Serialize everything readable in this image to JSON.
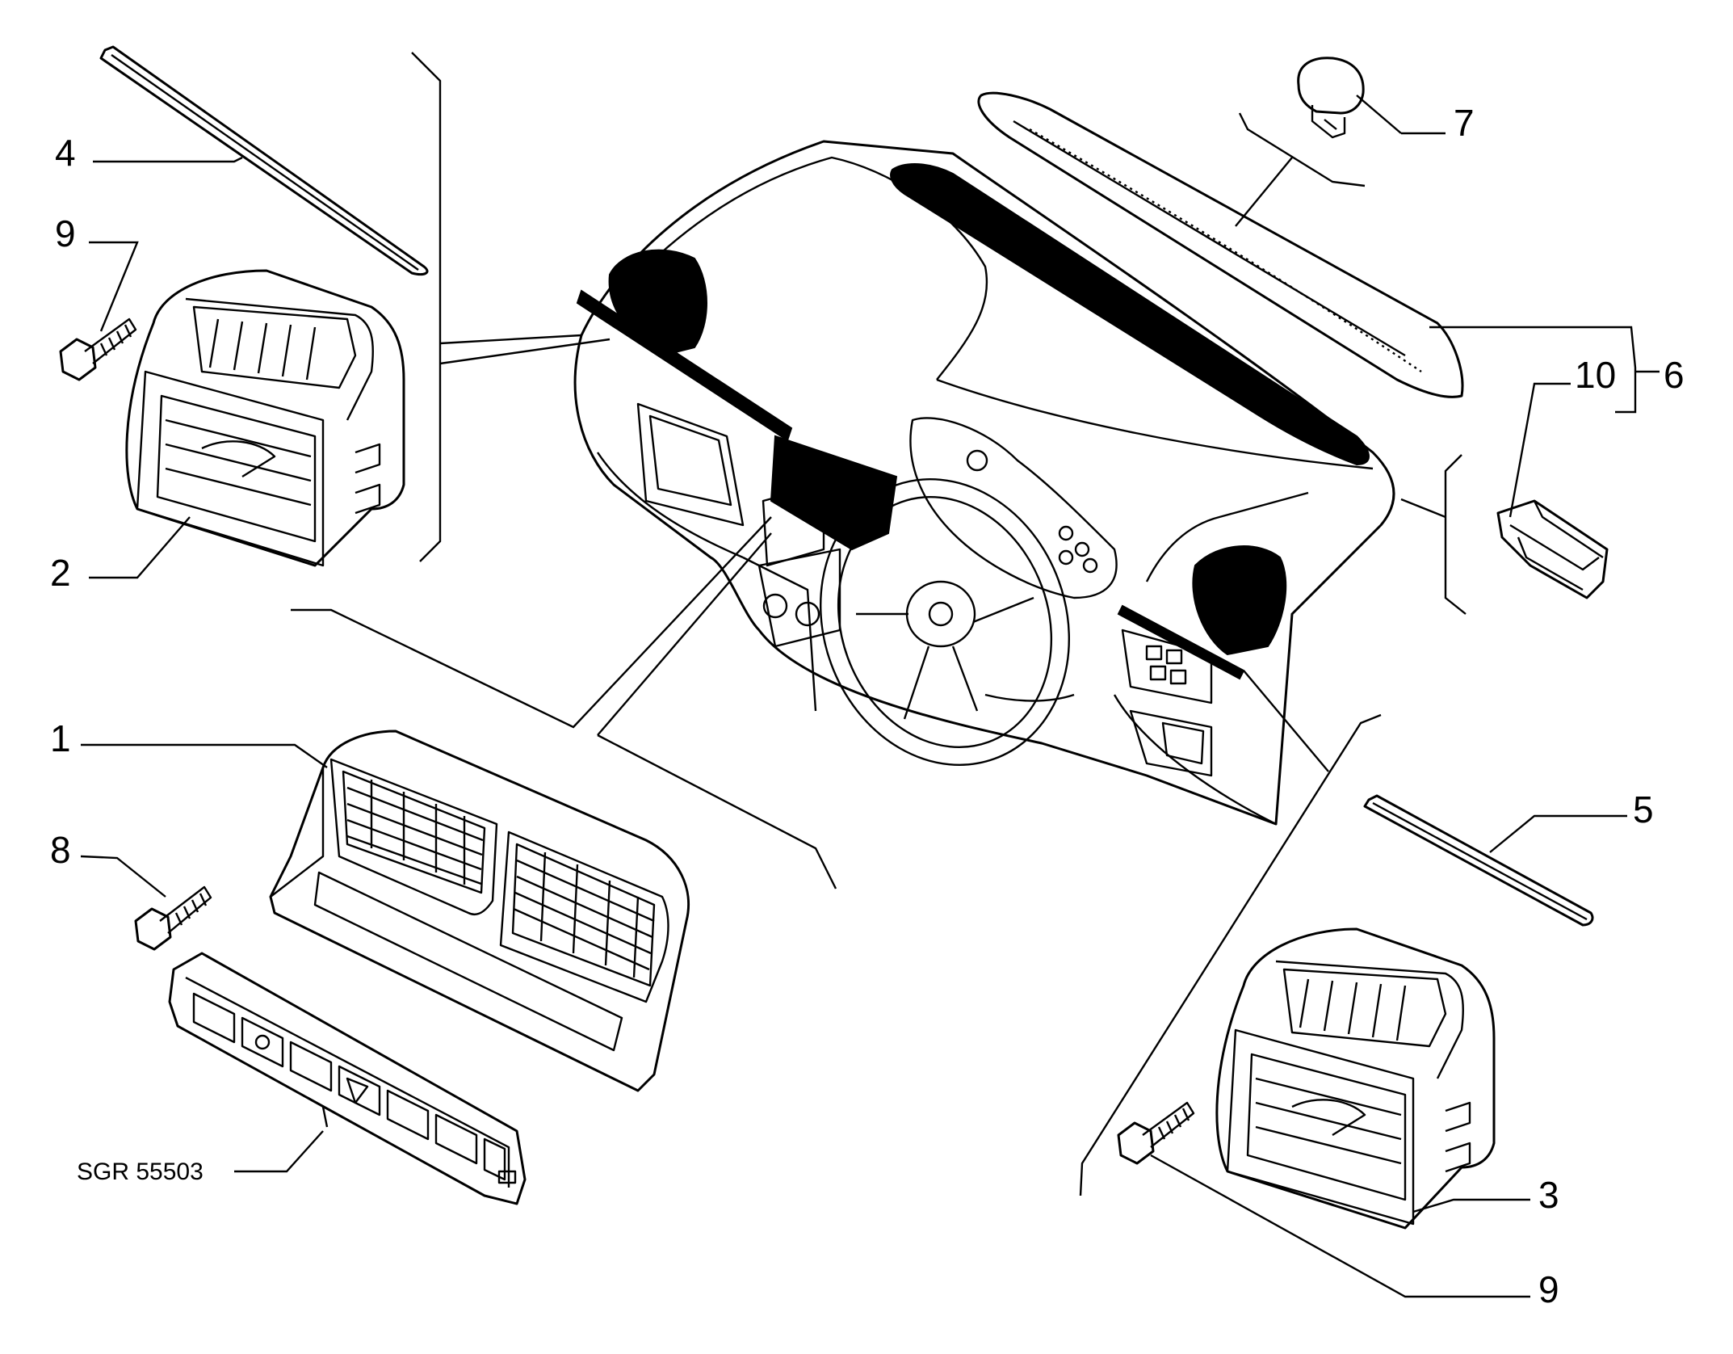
{
  "labels": {
    "l1": "1",
    "l2": "2",
    "l3": "3",
    "l4": "4",
    "l5": "5",
    "l6": "6",
    "l7": "7",
    "l8": "8",
    "l9a": "9",
    "l9b": "9",
    "l10": "10"
  },
  "drawing_code": "SGR 55503"
}
